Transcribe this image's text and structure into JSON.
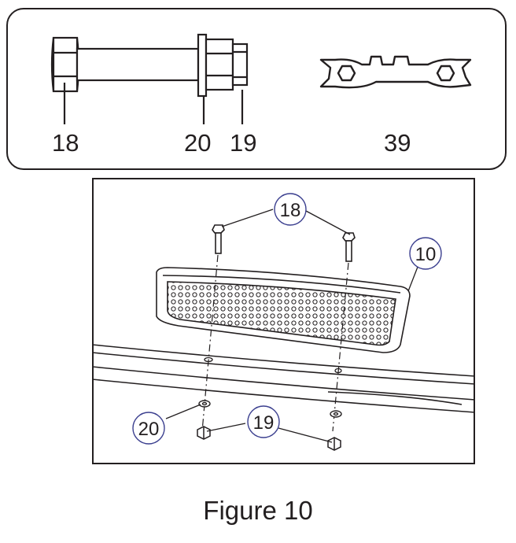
{
  "parts_panel": {
    "labels": {
      "bolt": "18",
      "washer": "20",
      "nut": "19",
      "wrench": "39"
    }
  },
  "assembly_panel": {
    "callouts": {
      "bolts": "18",
      "pedal": "10",
      "washer": "20",
      "nuts": "19"
    }
  },
  "caption": "Figure 10",
  "colors": {
    "line": "#231f20",
    "callout_circle": "#3b3f8f"
  }
}
